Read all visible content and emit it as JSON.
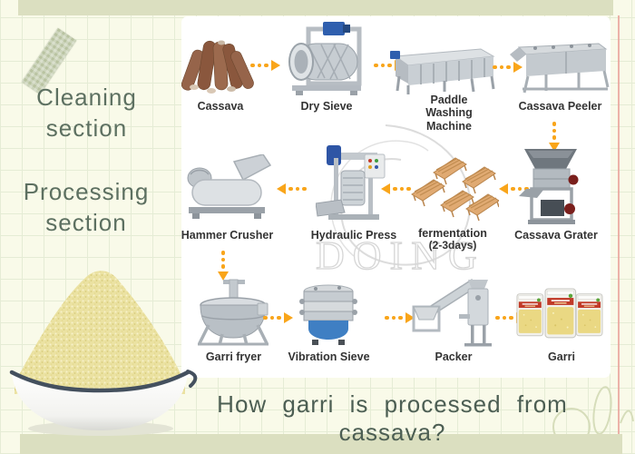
{
  "sections": {
    "cleaning": {
      "line1": "Cleaning",
      "line2": "section"
    },
    "processing": {
      "line1": "Processing",
      "line2": "section"
    }
  },
  "watermark": {
    "text": "DOING"
  },
  "flow": {
    "row1": [
      {
        "label": "Cassava"
      },
      {
        "label": "Dry Sieve"
      },
      {
        "label_line1": "Paddle",
        "label_line2": "Washing Machine"
      },
      {
        "label": "Cassava Peeler"
      }
    ],
    "row2": [
      {
        "label": "Hammer Crusher"
      },
      {
        "label": "Hydraulic Press"
      },
      {
        "label": "fermentation",
        "sublabel": "(2-3days)"
      },
      {
        "label": "Cassava Grater"
      }
    ],
    "row3": [
      {
        "label": "Garri fryer"
      },
      {
        "label": "Vibration Sieve"
      },
      {
        "label": "Packer"
      },
      {
        "label": "Garri"
      }
    ]
  },
  "question": "How garri is processed from cassava?",
  "colors": {
    "arrow_orange": "#f9a51a",
    "band_olive": "#dbdfc0",
    "paper": "#f9fae9",
    "grid_line": "#e5ecd5",
    "margin_red": "#eaa59d",
    "label_text": "#333333",
    "section_text": "#5d7061",
    "question_text": "#4c5e53",
    "garri_yellow": "#ebe2a2",
    "watermark_gray": "#d9d9d9"
  }
}
